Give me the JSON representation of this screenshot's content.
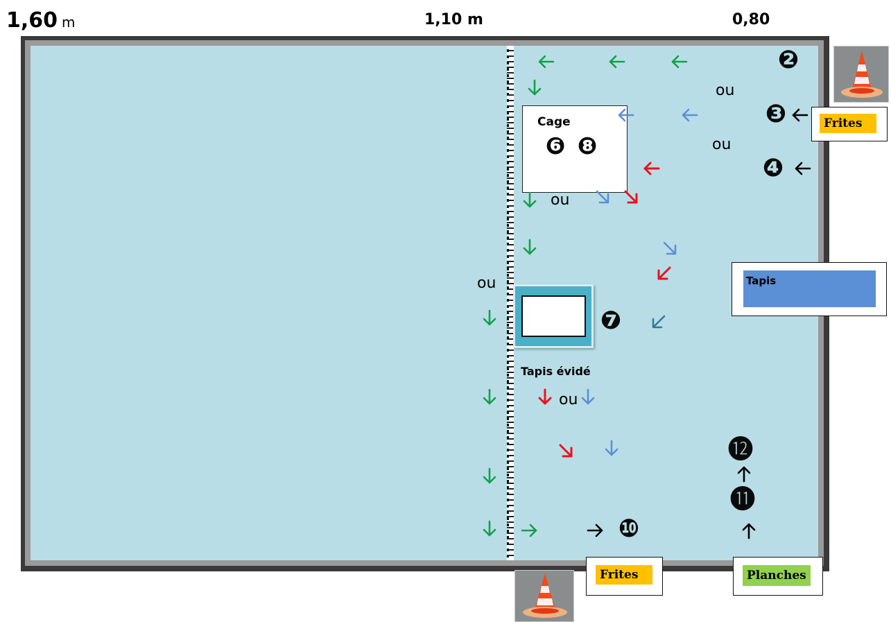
{
  "depths": {
    "left_value": "1,60",
    "left_unit": "m",
    "middle": "1,10 m",
    "right": "0,80"
  },
  "labels": {
    "cage": "Cage",
    "tapis_evide": "Tapis évidé",
    "tapis": "Tapis",
    "frites": "Frites",
    "planches": "Planches",
    "ou": "ou"
  },
  "stations": {
    "s2": "❷",
    "s3": "❸",
    "s4": "❹",
    "s6": "❻",
    "s7": "❼",
    "s8": "❽",
    "s10": "❿",
    "s11": "⓫",
    "s12": "⓬"
  },
  "colors": {
    "water": "#b9dde6",
    "green_arrow": "#13a04a",
    "blue_arrow": "#5b8fd6",
    "red_arrow": "#e8141c",
    "teal_arrow": "#2e7d9a",
    "black_arrow": "#000000",
    "frites_chip": "#ffc000",
    "planches_chip": "#92d050",
    "tapis_chip": "#5b8fd6"
  },
  "icons": {
    "cone": "traffic-cone-icon",
    "arrows": [
      "arrow-left-icon",
      "arrow-down-icon",
      "arrow-right-icon",
      "arrow-up-icon",
      "arrow-down-right-icon",
      "arrow-down-left-icon"
    ]
  }
}
